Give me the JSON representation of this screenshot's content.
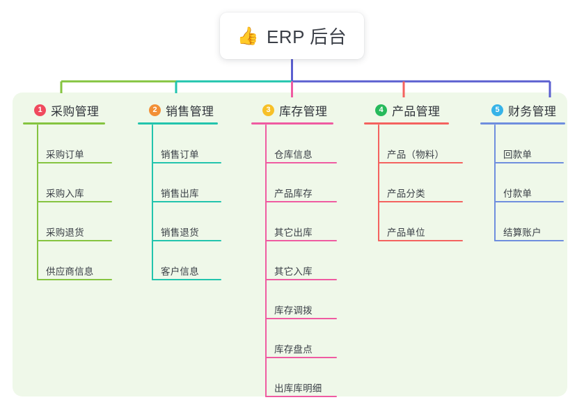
{
  "diagram": {
    "type": "mind-map",
    "root": {
      "icon": "thumbs-up-icon",
      "emoji": "👍",
      "label": "ERP 后台"
    },
    "branches": [
      {
        "number": "1",
        "title": "采购管理",
        "badge_color": "#f04a5e",
        "line_color": "#85c440",
        "items": [
          {
            "label": "采购订单"
          },
          {
            "label": "采购入库"
          },
          {
            "label": "采购退货"
          },
          {
            "label": "供应商信息"
          }
        ]
      },
      {
        "number": "2",
        "title": "销售管理",
        "badge_color": "#f28f35",
        "line_color": "#22c4ad",
        "items": [
          {
            "label": "销售订单"
          },
          {
            "label": "销售出库"
          },
          {
            "label": "销售退货"
          },
          {
            "label": "客户信息"
          }
        ]
      },
      {
        "number": "3",
        "title": "库存管理",
        "badge_color": "#f7c028",
        "line_color": "#ef5ba1",
        "items": [
          {
            "label": "仓库信息"
          },
          {
            "label": "产品库存"
          },
          {
            "label": "其它出库"
          },
          {
            "label": "其它入库"
          },
          {
            "label": "库存调拨"
          },
          {
            "label": "库存盘点"
          },
          {
            "label": "出库库明细"
          }
        ]
      },
      {
        "number": "4",
        "title": "产品管理",
        "badge_color": "#27ba5c",
        "line_color": "#f4625f",
        "items": [
          {
            "label": "产品（物料）"
          },
          {
            "label": "产品分类"
          },
          {
            "label": "产品单位"
          }
        ]
      },
      {
        "number": "5",
        "title": "财务管理",
        "badge_color": "#36b3e8",
        "line_color": "#6f8ede",
        "items": [
          {
            "label": "回款单"
          },
          {
            "label": "付款单"
          },
          {
            "label": "结算账户"
          }
        ]
      }
    ],
    "connectors": {
      "trunk_color": "#5b5fd0",
      "bus_segments": [
        {
          "color": "#85c440"
        },
        {
          "color": "#22c4ad"
        },
        {
          "color": "#5b5fd0"
        }
      ]
    },
    "colors": {
      "panel_background": "#eff8e9",
      "page_background": "#ffffff",
      "text": "#3a3f46",
      "root_text": "#3b3f47"
    }
  }
}
